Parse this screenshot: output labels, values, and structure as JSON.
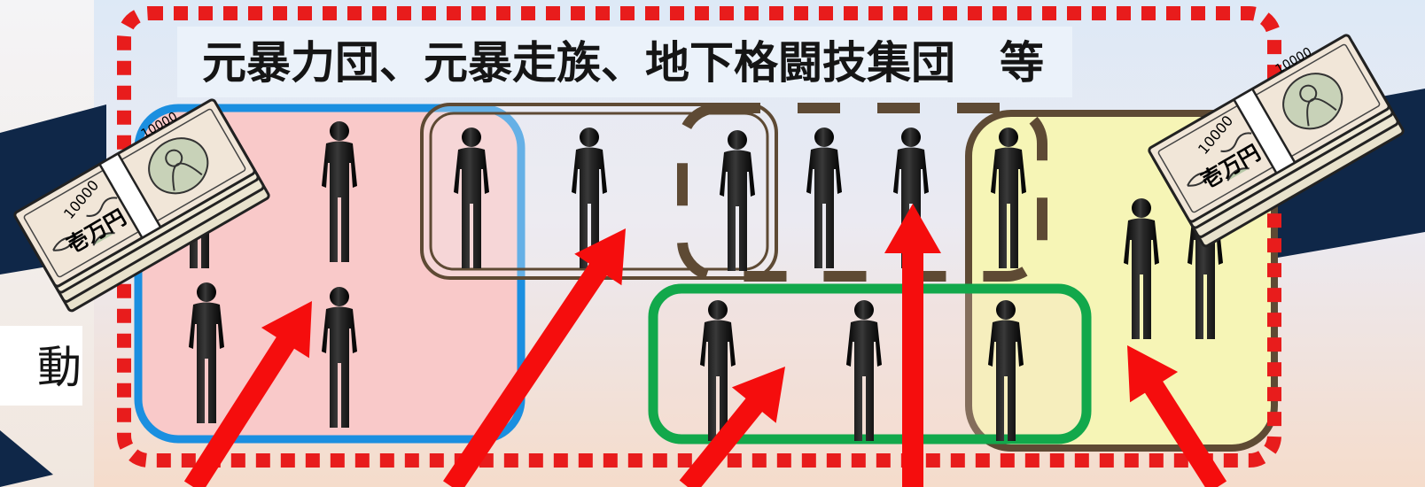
{
  "heading": "元暴力団、元暴走族、地下格闘技集団　等",
  "side_label": "動",
  "banknote_text": "壱万円",
  "banknote_value": "10000",
  "colors": {
    "dotted_border": "#e81c1c",
    "group_blue_border": "#1b8fe0",
    "group_blue_fill": "#f9c9c9",
    "group_brown_border": "#5e4a34",
    "group_green_border": "#12a84b",
    "group_yellow_fill": "#f6f5b6",
    "arrow": "#f50d0d",
    "navy_band": "#0f2748",
    "person": "#0a0a0a"
  },
  "icons": [
    "person-icon",
    "banknote-stack-icon",
    "red-arrow-icon"
  ]
}
